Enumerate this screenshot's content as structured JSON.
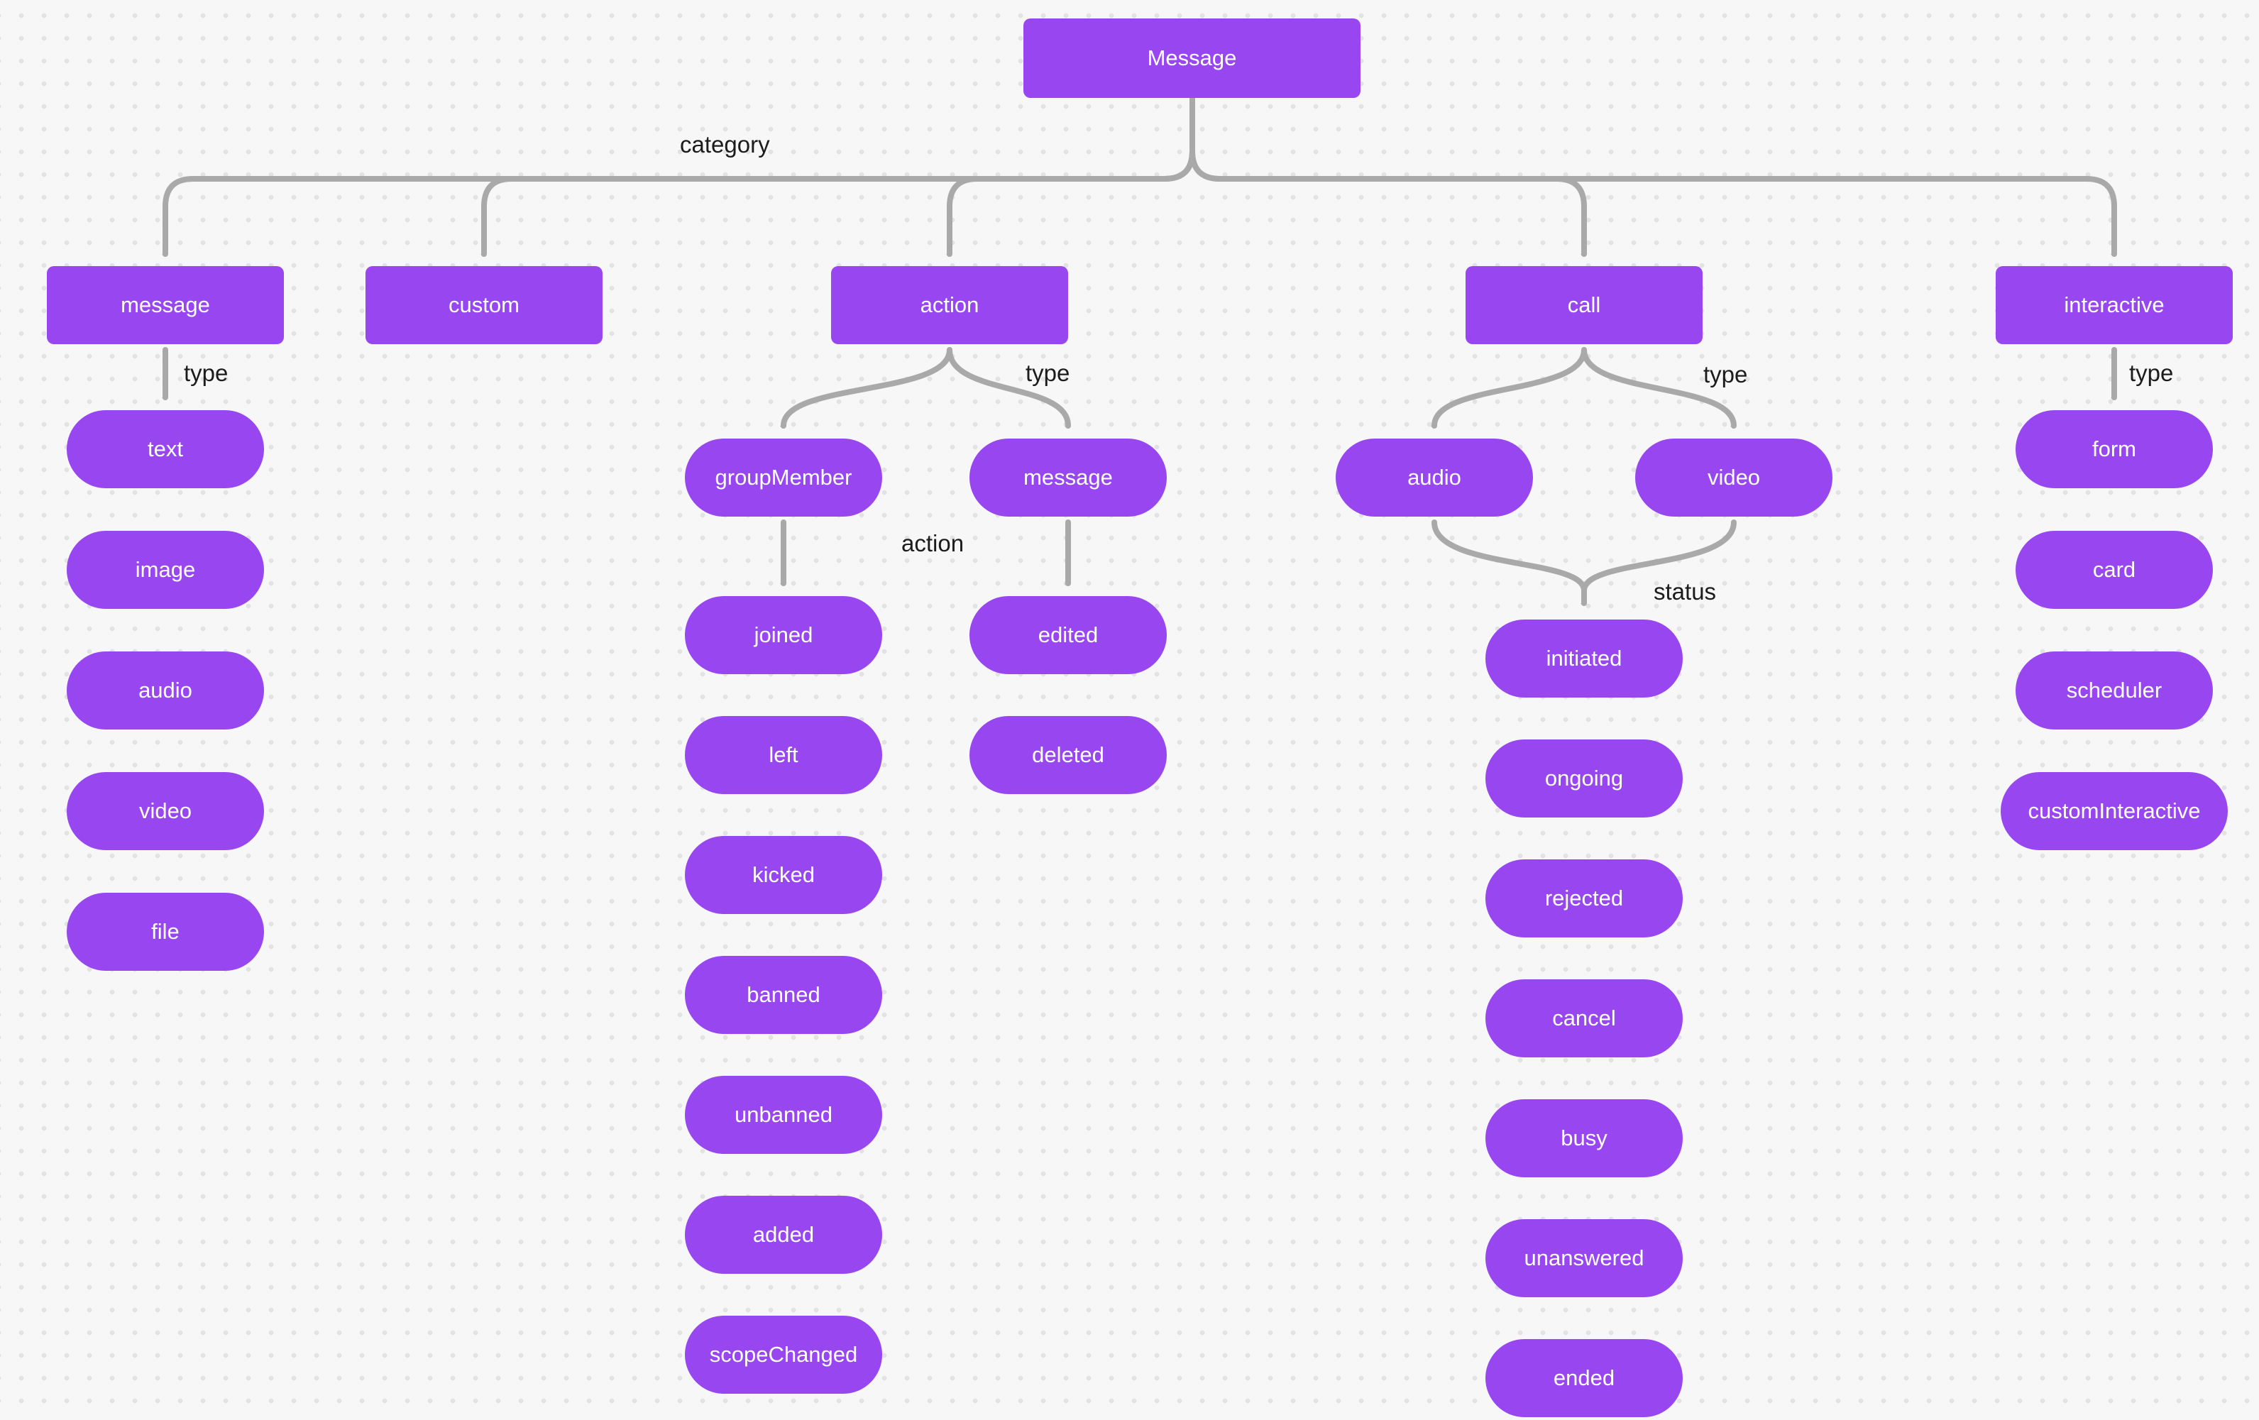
{
  "root": {
    "label": "Message"
  },
  "categories": {
    "message": "message",
    "custom": "custom",
    "action": "action",
    "call": "call",
    "interactive": "interactive"
  },
  "edge_labels": {
    "category": "category",
    "message_type": "type",
    "action_type": "type",
    "action_action": "action",
    "call_type": "type",
    "call_status": "status",
    "interactive_type": "type"
  },
  "message_types": [
    "text",
    "image",
    "audio",
    "video",
    "file"
  ],
  "action_types": {
    "group_member": "groupMember",
    "message": "message"
  },
  "group_member_actions": [
    "joined",
    "left",
    "kicked",
    "banned",
    "unbanned",
    "added",
    "scopeChanged"
  ],
  "message_actions": [
    "edited",
    "deleted"
  ],
  "call_types": {
    "audio": "audio",
    "video": "video"
  },
  "call_statuses": [
    "initiated",
    "ongoing",
    "rejected",
    "cancel",
    "busy",
    "unanswered",
    "ended"
  ],
  "interactive_types": [
    "form",
    "card",
    "scheduler",
    "customInteractive"
  ],
  "colors": {
    "node_fill": "#9847f0",
    "node_text": "#ffffff",
    "connector": "#a9a9a9",
    "edge_label_text": "#1c1c1c",
    "canvas_background": "#f7f7f8",
    "grid_dot": "#e2e2e4"
  }
}
